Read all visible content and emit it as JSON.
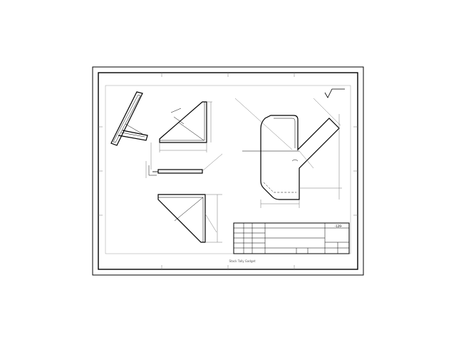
{
  "sheet": {
    "footer_note": "Stack Tally Gadget",
    "title_block": {
      "code_label": "-129-",
      "rows": [
        "",
        "",
        "",
        "",
        ""
      ]
    }
  },
  "icons": {
    "surface_finish": "surface-finish-symbol"
  }
}
